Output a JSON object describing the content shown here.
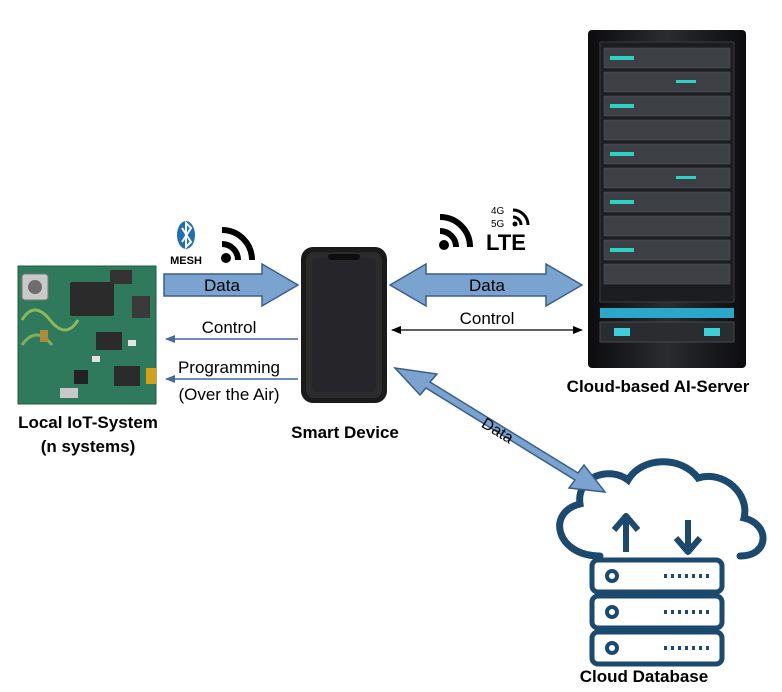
{
  "nodes": {
    "iot": {
      "title": "Local IoT-System",
      "subtitle": "(n systems)"
    },
    "phone": {
      "title": "Smart Device"
    },
    "server": {
      "title": "Cloud-based AI-Server"
    },
    "database": {
      "title": "Cloud Database"
    }
  },
  "links": {
    "iot_to_phone_data": "Data",
    "phone_to_iot_control": "Control",
    "phone_to_iot_programming": "Programming",
    "phone_to_iot_programming_note": "(Over the Air)",
    "phone_server_data": "Data",
    "phone_server_control": "Control",
    "phone_database_data": "Data"
  },
  "badges": {
    "bluetooth": "MESH",
    "cellular_g4": "4G",
    "cellular_g5": "5G",
    "cellular_lte": "LTE"
  },
  "icons": {
    "bluetooth": "bluetooth-icon",
    "wifi": "wifi-icon",
    "phone": "smartphone-icon",
    "server": "server-rack-icon",
    "database": "cloud-database-icon"
  },
  "colors": {
    "arrow_fill": "#7aa3cf",
    "arrow_stroke": "#3a5e8c",
    "line_blue": "#4169a6",
    "cloud_db": "#1b4a6e",
    "pcb_green": "#2f7a5c"
  }
}
